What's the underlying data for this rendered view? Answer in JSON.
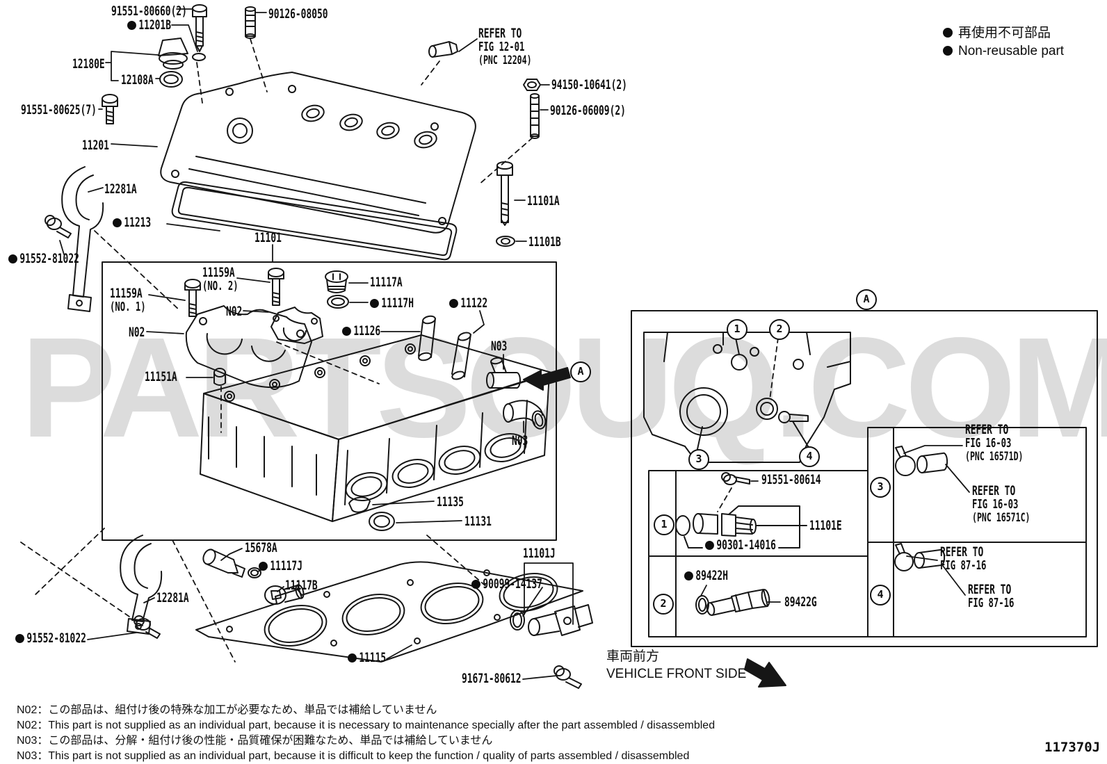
{
  "watermark": "PARTSOUQ.COM",
  "legend": {
    "jp": "再使用不可部品",
    "en": "Non-reusable part"
  },
  "vehicle_front": {
    "jp": "車両前方",
    "en": "VEHICLE FRONT SIDE"
  },
  "diagram_code": "117370J",
  "notes": [
    "N02：この部品は、組付け後の特殊な加工が必要なため、単品では補給していません",
    "N02：This part is not supplied as an individual part, because it is necessary to maintenance specially after the part assembled / disassembled",
    "N03：この部品は、分解・組付け後の性能・品質確保が困難なため、単品では補給していません",
    "N03：This part is not supplied as an individual part, because it is difficult to keep the function / quality of parts  assembled / disassembled"
  ],
  "labels": [
    {
      "id": "91551-80660",
      "text": "91551-80660(2)"
    },
    {
      "id": "11201B",
      "text": "11201B",
      "dot": true
    },
    {
      "id": "12180E",
      "text": "12180E"
    },
    {
      "id": "12108A",
      "text": "12108A"
    },
    {
      "id": "91551-80625",
      "text": "91551-80625(7)"
    },
    {
      "id": "11201",
      "text": "11201"
    },
    {
      "id": "90126-08050",
      "text": "90126-08050"
    },
    {
      "id": "refer-12-01",
      "lines": [
        "REFER TO",
        "FIG 12-01",
        "(PNC 12204)"
      ]
    },
    {
      "id": "94150-10641",
      "text": "94150-10641(2)"
    },
    {
      "id": "90126-06009",
      "text": "90126-06009(2)"
    },
    {
      "id": "12281A-upper",
      "text": "12281A"
    },
    {
      "id": "11213",
      "text": "11213",
      "dot": true
    },
    {
      "id": "91552-81022-upper",
      "text": "91552-81022",
      "dot": true
    },
    {
      "id": "11101",
      "text": "11101"
    },
    {
      "id": "11101A",
      "text": "11101A"
    },
    {
      "id": "11101B",
      "text": "11101B"
    },
    {
      "id": "11159A-no2",
      "lines": [
        "11159A",
        "(NO. 2)"
      ]
    },
    {
      "id": "11159A-no1",
      "lines": [
        "11159A",
        "(NO. 1)"
      ]
    },
    {
      "id": "N02-right",
      "text": "N02"
    },
    {
      "id": "N02-left",
      "text": "N02"
    },
    {
      "id": "11117A",
      "text": "11117A"
    },
    {
      "id": "11117H",
      "text": "11117H",
      "dot": true
    },
    {
      "id": "11122",
      "text": "11122",
      "dot": true
    },
    {
      "id": "11126",
      "text": "11126",
      "dot": true
    },
    {
      "id": "N03-upper",
      "text": "N03"
    },
    {
      "id": "11151A",
      "text": "11151A"
    },
    {
      "id": "N03-lower",
      "text": "N03"
    },
    {
      "id": "11135",
      "text": "11135"
    },
    {
      "id": "11131",
      "text": "11131"
    },
    {
      "id": "15678A",
      "text": "15678A"
    },
    {
      "id": "11117J",
      "text": "11117J",
      "dot": true
    },
    {
      "id": "11117B",
      "text": "11117B"
    },
    {
      "id": "12281A-lower",
      "text": "12281A"
    },
    {
      "id": "91552-81022-lower",
      "text": "91552-81022",
      "dot": true
    },
    {
      "id": "11115",
      "text": "11115",
      "dot": true
    },
    {
      "id": "11101J",
      "text": "11101J"
    },
    {
      "id": "90099-14137",
      "text": "90099-14137",
      "dot": true
    },
    {
      "id": "91671-80612",
      "text": "91671-80612"
    },
    {
      "id": "view-a-main",
      "text": "A",
      "circle": true
    },
    {
      "id": "view-a-inset",
      "text": "A",
      "circle": true
    },
    {
      "id": "callout-1",
      "text": "1",
      "circle": true
    },
    {
      "id": "callout-2",
      "text": "2",
      "circle": true
    },
    {
      "id": "callout-3",
      "text": "3",
      "circle": true
    },
    {
      "id": "callout-4",
      "text": "4",
      "circle": true
    },
    {
      "id": "row-1",
      "text": "1",
      "circle": true
    },
    {
      "id": "row-2",
      "text": "2",
      "circle": true
    },
    {
      "id": "row-3",
      "text": "3",
      "circle": true
    },
    {
      "id": "row-4",
      "text": "4",
      "circle": true
    },
    {
      "id": "91551-80614",
      "text": "91551-80614"
    },
    {
      "id": "11101E",
      "text": "11101E"
    },
    {
      "id": "90301-14016",
      "text": "90301-14016",
      "dot": true
    },
    {
      "id": "89422H",
      "text": "89422H",
      "dot": true
    },
    {
      "id": "89422G",
      "text": "89422G"
    },
    {
      "id": "refer-16-03-d",
      "lines": [
        "REFER TO",
        "FIG 16-03",
        "(PNC 16571D)"
      ]
    },
    {
      "id": "refer-16-03-c",
      "lines": [
        "REFER TO",
        "FIG 16-03",
        "(PNC 16571C)"
      ]
    },
    {
      "id": "refer-87-16-a",
      "lines": [
        "REFER TO",
        "FIG 87-16"
      ]
    },
    {
      "id": "refer-87-16-b",
      "lines": [
        "REFER TO",
        "FIG 87-16"
      ]
    }
  ]
}
